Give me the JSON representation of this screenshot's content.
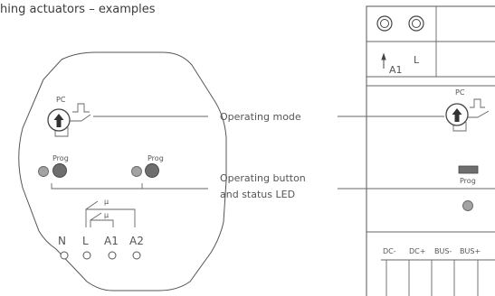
{
  "title": "hing actuators – examples",
  "callouts": {
    "operating_mode": "Operating mode",
    "operating_button_line1": "Operating button",
    "operating_button_line2": "and status LED"
  },
  "left_device": {
    "pc_label": "PC",
    "prog_left": "Prog",
    "prog_right": "Prog",
    "contact_symbol": "μ",
    "terminals": [
      "N",
      "L",
      "A1",
      "A2"
    ]
  },
  "right_device": {
    "terminal_label": "A1",
    "terminal_l": "L",
    "pc_label": "PC",
    "prog_label": "Prog",
    "bus_labels": [
      "DC-",
      "DC+",
      "BUS-",
      "BUS+"
    ]
  }
}
